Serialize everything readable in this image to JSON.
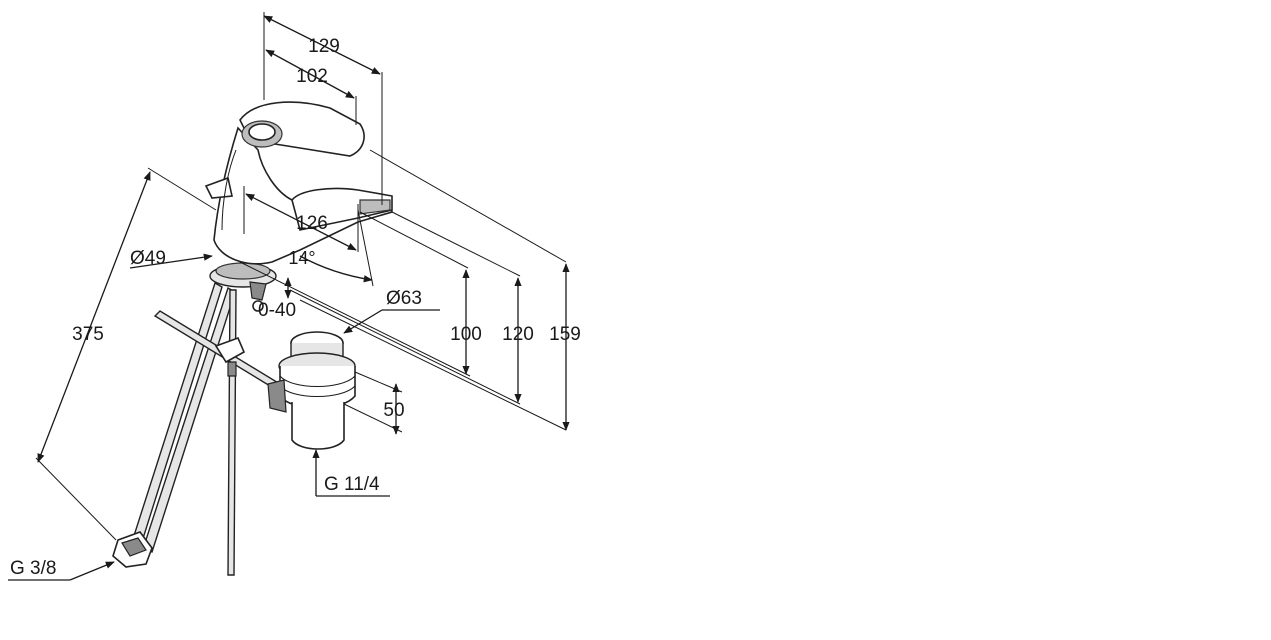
{
  "labels": {
    "d129": "129",
    "d102": "102",
    "d126": "126",
    "angle": "14°",
    "dia49": "Ø49",
    "dia63": "Ø63",
    "range": "0-40",
    "h100": "100",
    "h120": "120",
    "h159": "159",
    "d375": "375",
    "d50": "50",
    "thread_waste": "G 11/4",
    "thread_supply": "G 3/8"
  }
}
